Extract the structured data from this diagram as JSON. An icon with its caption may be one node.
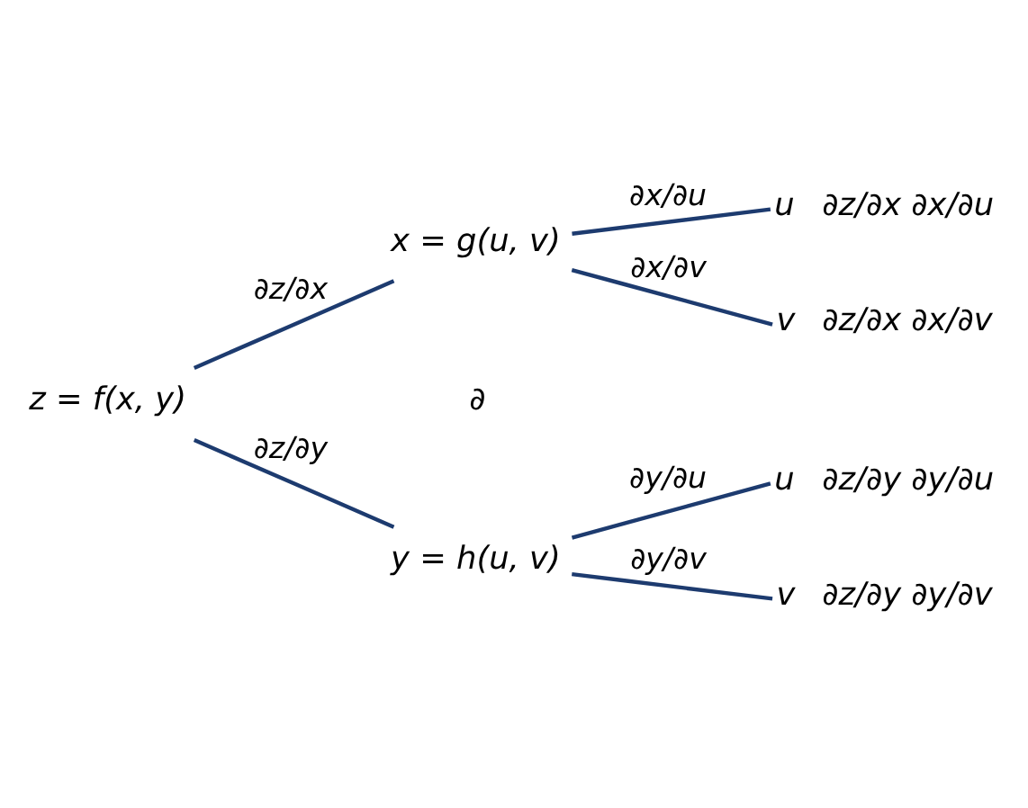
{
  "diagram": {
    "nodes": [
      {
        "text": [
          "z = f(x, y)"
        ]
      },
      {
        "text": [
          "x = g(u, v)"
        ]
      },
      {
        "text": [
          "y = h(u, v)"
        ]
      },
      {
        "text": [
          "u"
        ],
        "beside": [
          "∂z/∂x ∂x/∂u"
        ]
      },
      {
        "text": [
          "v"
        ],
        "beside": [
          "∂z/∂x ∂x/∂v"
        ]
      },
      {
        "text": [
          "u"
        ],
        "beside": [
          "∂z/∂y ∂y/∂u"
        ]
      },
      {
        "text": [
          "v"
        ],
        "beside": [
          "∂z/∂y ∂y/∂v"
        ]
      }
    ],
    "edges": [
      {
        "from": 0,
        "to": 1,
        "arrow": "none",
        "label": "∂z/∂x"
      },
      {
        "from": 0,
        "to": 2,
        "arrow": "none",
        "label": "∂z/∂y"
      },
      {
        "from": 1,
        "to": 3,
        "arrow": "none",
        "label": "∂x/∂u"
      },
      {
        "from": 1,
        "to": 4,
        "arrow": "none",
        "label": "∂x/∂v"
      },
      {
        "from": 2,
        "to": 5,
        "arrow": "none",
        "label": "∂y/∂u"
      },
      {
        "from": 2,
        "to": 6,
        "arrow": "none",
        "label": "∂y/∂v"
      }
    ],
    "labels": [
      "∂"
    ]
  }
}
